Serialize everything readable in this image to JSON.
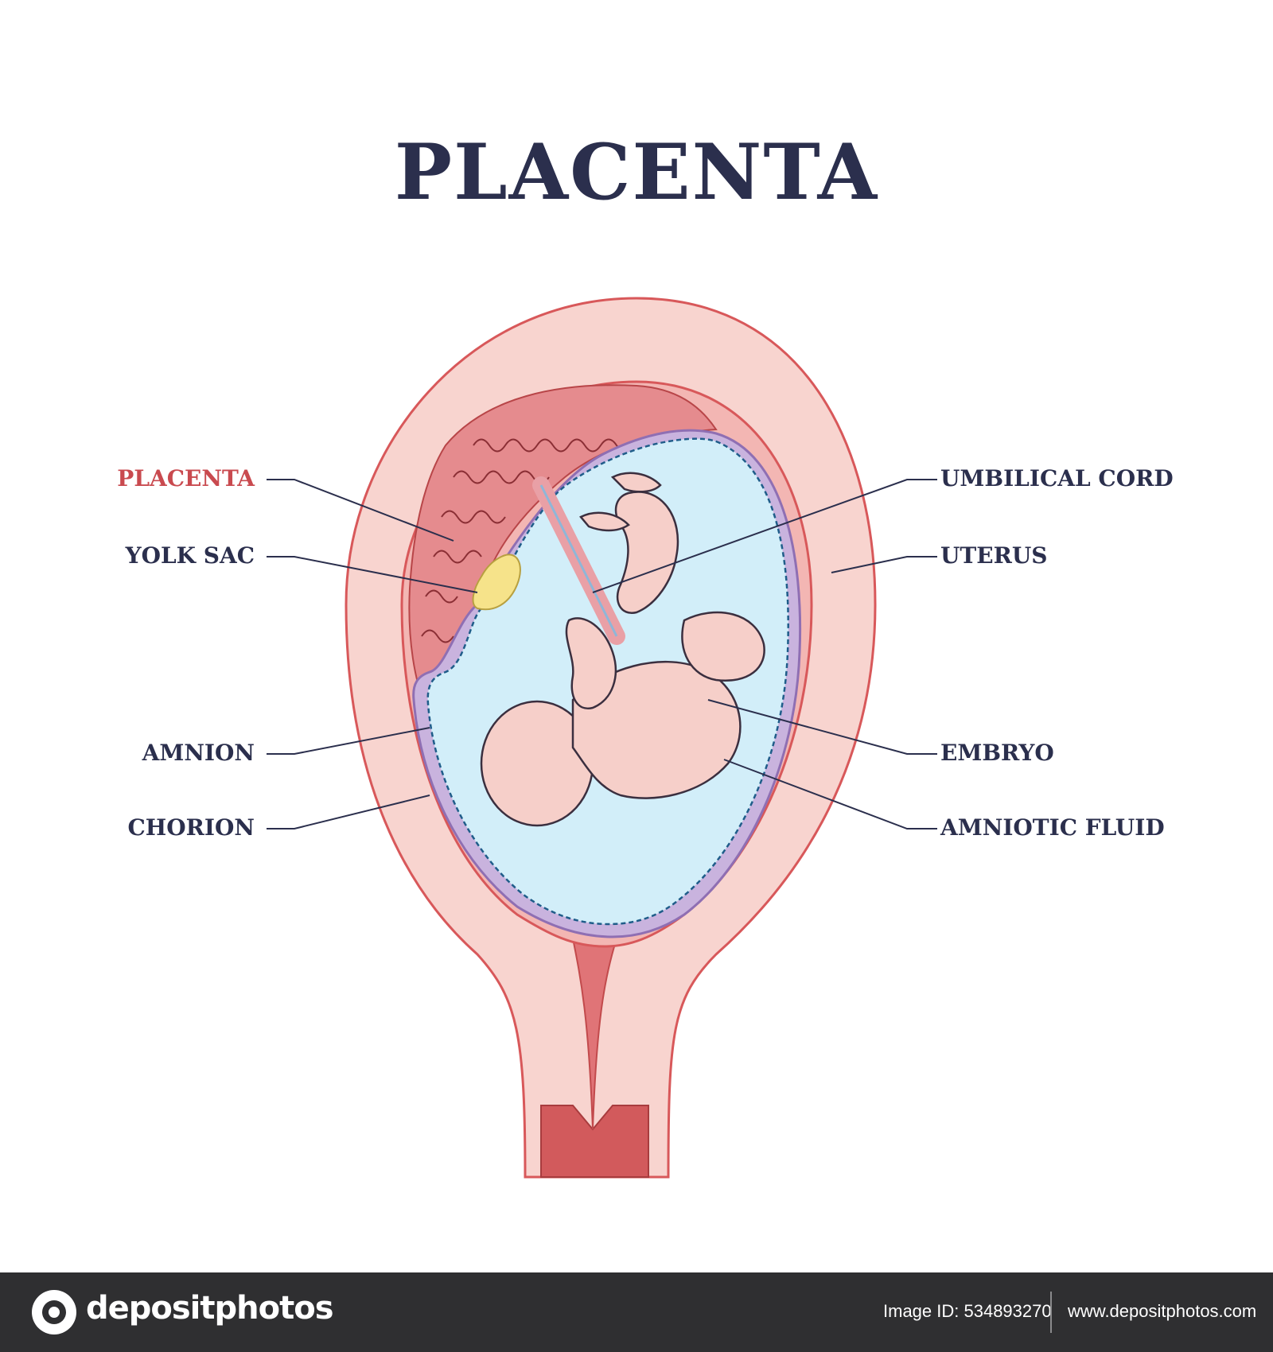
{
  "title": "PLACENTA",
  "labels": {
    "placenta": "PLACENTA",
    "yolk_sac": "YOLK SAC",
    "amnion": "AMNION",
    "chorion": "CHORION",
    "umbilical_cord": "UMBILICAL CORD",
    "uterus": "UTERUS",
    "embryo": "EMBRYO",
    "amniotic_fluid": "AMNIOTIC FLUID"
  },
  "colors": {
    "title": "#2b2f4d",
    "accent_label": "#c94a4f",
    "uterus_fill": "#f8d4cf",
    "uterus_outline": "#d8585a",
    "placenta_fill": "#e58b8e",
    "chorion": "#b59bd0",
    "amniotic_fluid": "#d2eef9",
    "embryo_skin": "#f6cfc9",
    "yolk_sac": "#f6e38a"
  },
  "footer": {
    "brand": "depositphotos",
    "image_id": "Image ID: 534893270",
    "site": "www.depositphotos.com"
  }
}
